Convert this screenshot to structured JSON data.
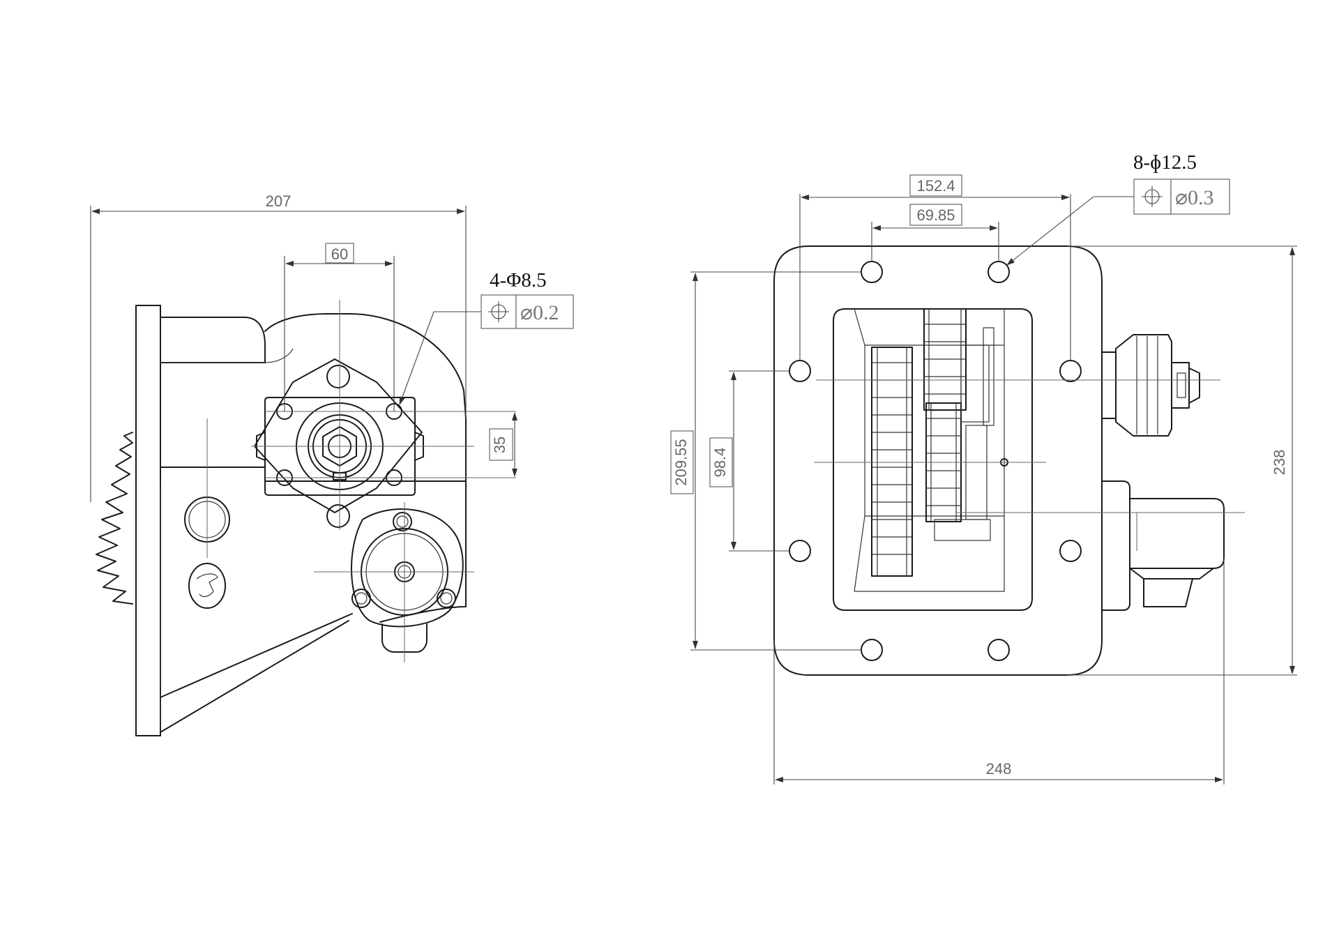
{
  "left_view": {
    "dim_width": "207",
    "dim_bolt_spacing": "60",
    "dim_bolt_vertical": "35",
    "hole_callout": "4-Φ8.5",
    "tolerance_value": "⌀0.2"
  },
  "right_view": {
    "dim_bolt_outer": "152.4",
    "dim_bolt_inner": "69.85",
    "hole_callout": "8-ɸ12.5",
    "tolerance_value": "⌀0.3",
    "dim_vertical_outer": "209.55",
    "dim_vertical_inner": "98.4",
    "dim_height": "238",
    "dim_width": "248"
  }
}
